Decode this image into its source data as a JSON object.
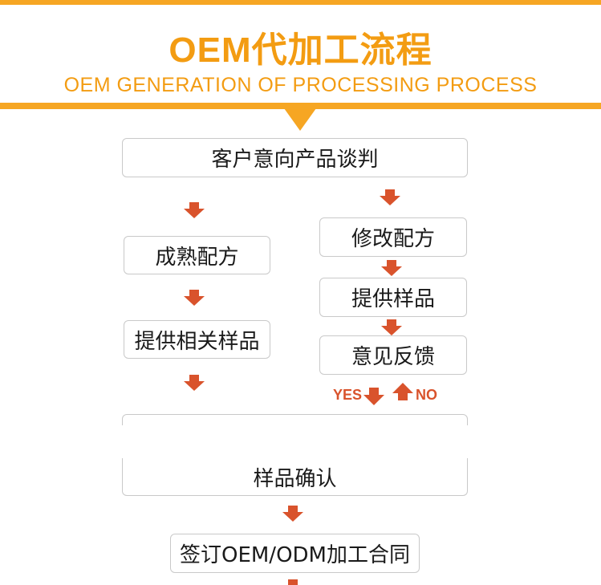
{
  "header": {
    "title": "OEM代加工流程",
    "subtitle": "OEM GENERATION OF PROCESSING PROCESS"
  },
  "colors": {
    "accent": "#f6a623",
    "arrow": "#d9532c"
  },
  "steps": {
    "negotiation": "客户意向产品谈判",
    "mature_formula": "成熟配方",
    "related_samples": "提供相关样品",
    "modify_formula": "修改配方",
    "provide_samples": "提供样品",
    "feedback": "意见反馈",
    "sample_confirm": "样品确认",
    "sign_contract": "签订OEM/ODM加工合同"
  },
  "feedback_labels": {
    "yes": "YES",
    "no": "NO"
  }
}
